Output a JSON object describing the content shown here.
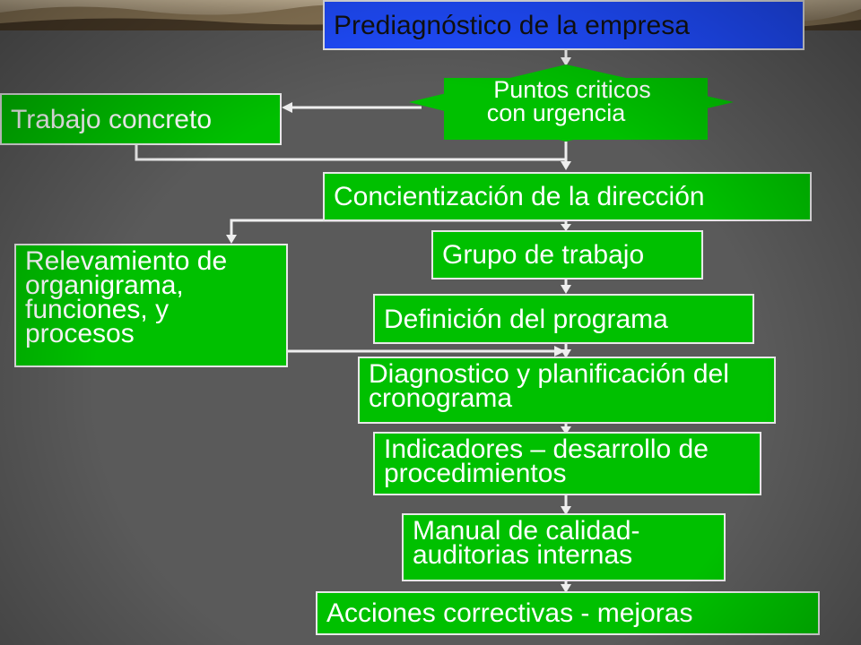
{
  "diagram": {
    "nodes": {
      "prediagnostico": "Prediagnóstico de la empresa",
      "puntos_criticos_1": "Puntos criticos",
      "puntos_criticos_2": "con urgencia",
      "trabajo_concreto": "Trabajo concreto",
      "concientizacion": "Concientización de la dirección",
      "grupo_trabajo": "Grupo de trabajo",
      "relevamiento": "Relevamiento de organigrama, funciones, y procesos",
      "definicion": "Definición del programa",
      "diagnostico": "Diagnostico y planificación del cronograma",
      "indicadores": "Indicadores – desarrollo de procedimientos",
      "manual": "Manual de calidad- auditorias internas",
      "acciones": "Acciones correctivas - mejoras"
    },
    "colors": {
      "node_fill": "#00c000",
      "title_fill": "#1f4cff",
      "connector": "#eeeeee",
      "background": "#5a5a5a"
    }
  }
}
